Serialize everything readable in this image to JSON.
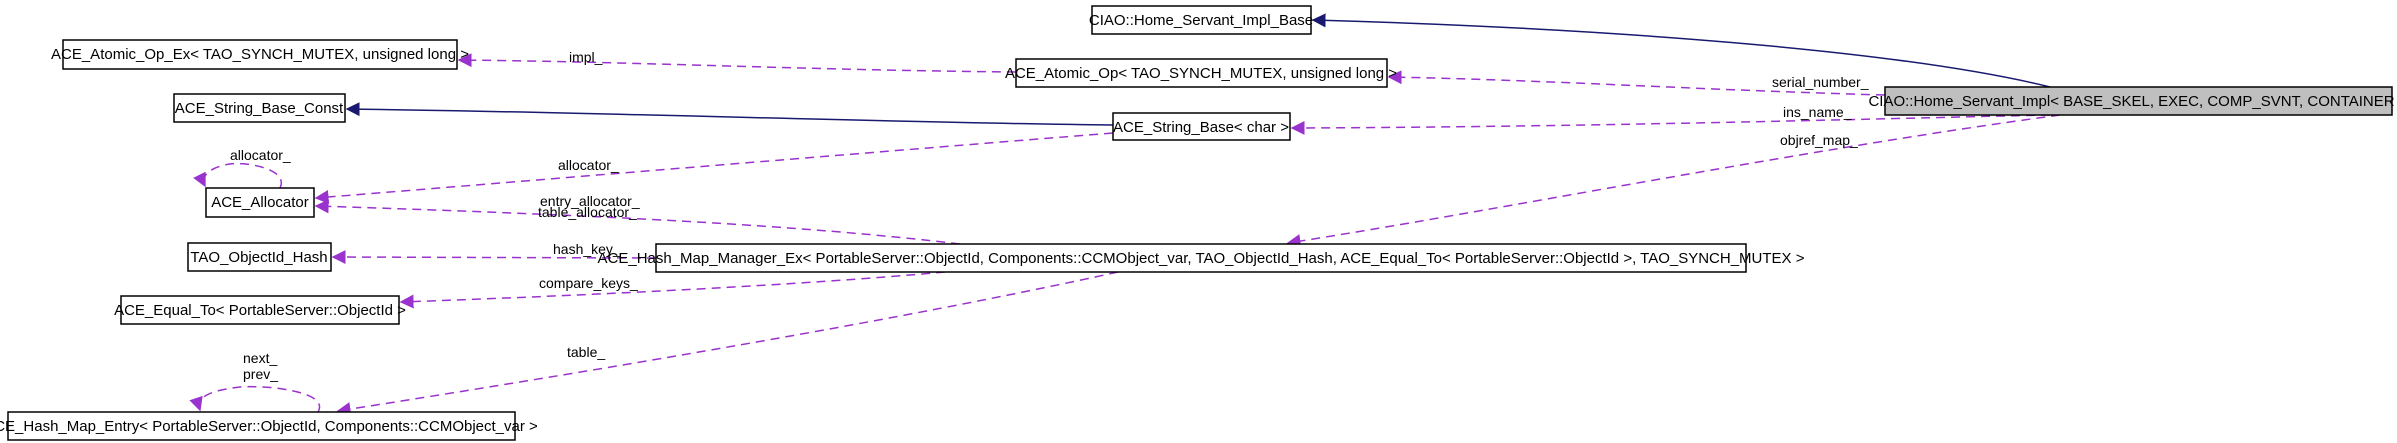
{
  "diagram": {
    "type": "collaboration-graph",
    "colors": {
      "usage_edge": "#9a32cd",
      "inheritance_edge": "#191970",
      "main_node_fill": "#bfbfbf",
      "node_fill": "#ffffff",
      "node_border": "#000000"
    },
    "nodes": [
      {
        "id": "main",
        "label": "CIAO::Home_Servant_Impl< BASE_SKEL, EXEC, COMP_SVNT, CONTAINER >",
        "highlighted": true
      },
      {
        "id": "home_base",
        "label": "CIAO::Home_Servant_Impl_Base"
      },
      {
        "id": "atomic_op",
        "label": "ACE_Atomic_Op< TAO_SYNCH_MUTEX, unsigned long >"
      },
      {
        "id": "atomic_op_ex",
        "label": "ACE_Atomic_Op_Ex< TAO_SYNCH_MUTEX, unsigned long >"
      },
      {
        "id": "string_base_const",
        "label": "ACE_String_Base_Const"
      },
      {
        "id": "string_base",
        "label": "ACE_String_Base< char >"
      },
      {
        "id": "allocator",
        "label": "ACE_Allocator"
      },
      {
        "id": "objectid_hash",
        "label": "TAO_ObjectId_Hash"
      },
      {
        "id": "hash_map_manager",
        "label": "ACE_Hash_Map_Manager_Ex< PortableServer::ObjectId, Components::CCMObject_var, TAO_ObjectId_Hash, ACE_Equal_To< PortableServer::ObjectId >, TAO_SYNCH_MUTEX >"
      },
      {
        "id": "equal_to",
        "label": "ACE_Equal_To< PortableServer::ObjectId >"
      },
      {
        "id": "hash_map_entry",
        "label": "ACE_Hash_Map_Entry< PortableServer::ObjectId, Components::CCMObject_var >"
      }
    ],
    "edges": [
      {
        "from": "main",
        "to": "home_base",
        "kind": "inheritance",
        "labels": []
      },
      {
        "from": "main",
        "to": "atomic_op",
        "kind": "usage",
        "labels": [
          "serial_number_"
        ]
      },
      {
        "from": "main",
        "to": "string_base",
        "kind": "usage",
        "labels": [
          "ins_name_"
        ]
      },
      {
        "from": "main",
        "to": "hash_map_manager",
        "kind": "usage",
        "labels": [
          "objref_map_"
        ]
      },
      {
        "from": "atomic_op",
        "to": "atomic_op_ex",
        "kind": "usage",
        "labels": [
          "impl_"
        ]
      },
      {
        "from": "string_base",
        "to": "string_base_const",
        "kind": "inheritance",
        "labels": []
      },
      {
        "from": "string_base",
        "to": "allocator",
        "kind": "usage",
        "labels": [
          "allocator_"
        ]
      },
      {
        "from": "allocator",
        "to": "allocator",
        "kind": "usage",
        "labels": [
          "allocator_"
        ]
      },
      {
        "from": "hash_map_manager",
        "to": "allocator",
        "kind": "usage",
        "labels": [
          "entry_allocator_",
          "table_allocator_"
        ]
      },
      {
        "from": "hash_map_manager",
        "to": "objectid_hash",
        "kind": "usage",
        "labels": [
          "hash_key_"
        ]
      },
      {
        "from": "hash_map_manager",
        "to": "equal_to",
        "kind": "usage",
        "labels": [
          "compare_keys_"
        ]
      },
      {
        "from": "hash_map_manager",
        "to": "hash_map_entry",
        "kind": "usage",
        "labels": [
          "table_"
        ]
      },
      {
        "from": "hash_map_entry",
        "to": "hash_map_entry",
        "kind": "usage",
        "labels": [
          "next_",
          "prev_"
        ]
      }
    ]
  }
}
